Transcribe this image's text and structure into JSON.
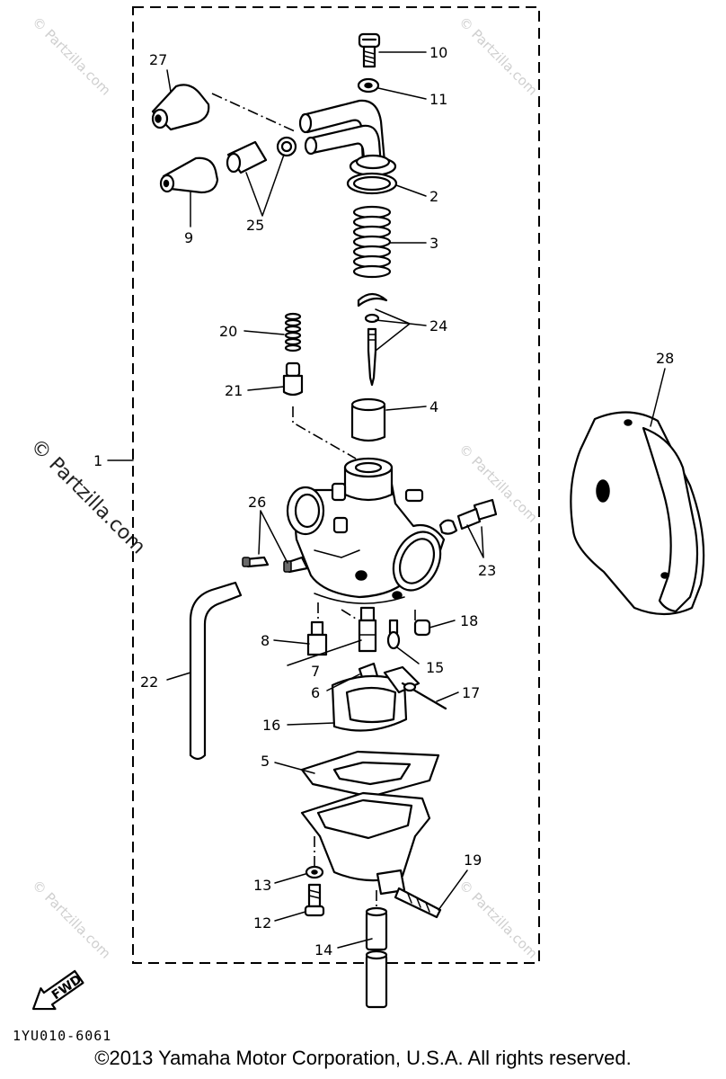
{
  "watermark": "© Partzilla.com",
  "watermark_large": "© Partzilla.com",
  "callouts": {
    "c1": "1",
    "c2": "2",
    "c3": "3",
    "c4": "4",
    "c5": "5",
    "c6": "6",
    "c7": "7",
    "c8": "8",
    "c9": "9",
    "c10": "10",
    "c11": "11",
    "c12": "12",
    "c13": "13",
    "c14": "14",
    "c15": "15",
    "c16": "16",
    "c17": "17",
    "c18": "18",
    "c19": "19",
    "c20": "20",
    "c21": "21",
    "c22": "22",
    "c23": "23",
    "c24": "24",
    "c25": "25",
    "c26": "26",
    "c27": "27",
    "c28": "28"
  },
  "fwd_label": "FWD",
  "part_code": "1YU010-6061",
  "copyright": "©2013  Yamaha Motor Corporation, U.S.A. All rights reserved."
}
